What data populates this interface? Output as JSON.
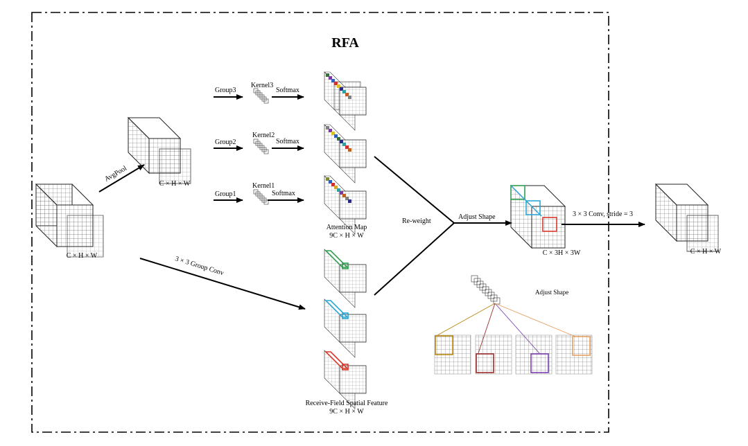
{
  "title": "RFA",
  "labels": {
    "input_dims": "C × H × W",
    "avgpool": "AvgPool",
    "pooled_dims": "C × H × W",
    "group3": "Group3",
    "group2": "Group2",
    "group1": "Group1",
    "kernel3": "Kernel3",
    "kernel2": "Kernel2",
    "kernel1": "Kernel1",
    "softmax3": "Softmax",
    "softmax2": "Softmax",
    "softmax1": "Softmax",
    "attention_map": "Attention Map",
    "attention_dims": "9C × H × W",
    "group_conv": "3 × 3 Group Conv",
    "rf_feature": "Receive-Field Spatial Feature",
    "rf_dims": "9C × H × W",
    "reweight": "Re-weight",
    "adjust_shape": "Adjust Shape",
    "adjusted_dims": "C × 3H × 3W",
    "conv_stride": "3 × 3 Conv, stride = 3",
    "output_dims": "C × H × W",
    "adjust_shape_inset": "Adjust Shape"
  },
  "colors": {
    "green": "#2e9e4f",
    "cyan": "#2aa7d6",
    "red": "#d9372b",
    "olive": "#b8860b",
    "maroon": "#9b2d2d",
    "purple": "#7b3fb0",
    "orange": "#e8a060",
    "attention_dots": [
      "#3a6d3a",
      "#7a3b9a",
      "#3060c0",
      "#d03030",
      "#e0c020",
      "#2a2a80",
      "#30a0a0",
      "#c06020",
      "#808080"
    ]
  }
}
